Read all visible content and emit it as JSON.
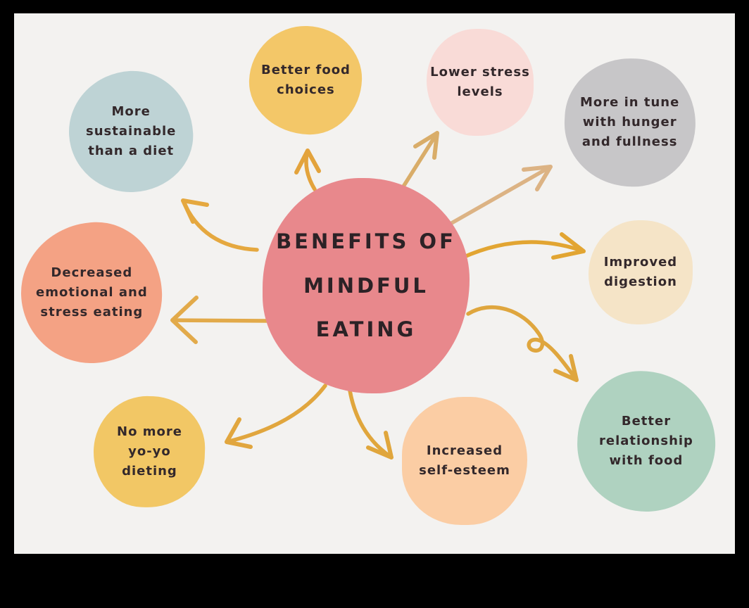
{
  "diagram": {
    "type": "mind-map",
    "background_color": "#f3f2f0",
    "frame_color": "#000000",
    "text_color": "#33282b",
    "center": {
      "label": "BENEFITS OF\nMINDFUL\nEATING",
      "color": "#e8888c"
    },
    "nodes": [
      {
        "id": "more-sustainable",
        "label": "More\nsustainable\nthan a diet",
        "color": "#bed3d5"
      },
      {
        "id": "better-food-choices",
        "label": "Better food\nchoices",
        "color": "#f3c768"
      },
      {
        "id": "lower-stress-levels",
        "label": "Lower stress\nlevels",
        "color": "#f9dbd7"
      },
      {
        "id": "more-in-tune",
        "label": "More in tune\nwith hunger\nand fullness",
        "color": "#c7c6c8"
      },
      {
        "id": "improved-digestion",
        "label": "Improved\ndigestion",
        "color": "#f5e4c7"
      },
      {
        "id": "better-relationship",
        "label": "Better\nrelationship\nwith food",
        "color": "#afd2c0"
      },
      {
        "id": "increased-self-esteem",
        "label": "Increased\nself-esteem",
        "color": "#fbcda4"
      },
      {
        "id": "no-more-yoyo",
        "label": "No more\nyo-yo\ndieting",
        "color": "#f2c765"
      },
      {
        "id": "decreased-emotional",
        "label": "Decreased\nemotional and\nstress eating",
        "color": "#f4a284"
      }
    ],
    "arrows": [
      {
        "to": "more-sustainable",
        "color": "#e5a83f"
      },
      {
        "to": "better-food-choices",
        "color": "#e3a33c"
      },
      {
        "to": "lower-stress-levels",
        "color": "#d9ad69"
      },
      {
        "to": "more-in-tune",
        "color": "#dcb384"
      },
      {
        "to": "improved-digestion",
        "color": "#e2a532"
      },
      {
        "to": "better-relationship",
        "color": "#dfa63e"
      },
      {
        "to": "increased-self-esteem",
        "color": "#e0a63c"
      },
      {
        "to": "no-more-yoyo",
        "color": "#e1a63e"
      },
      {
        "to": "decreased-emotional",
        "color": "#e2aa4a"
      }
    ]
  }
}
